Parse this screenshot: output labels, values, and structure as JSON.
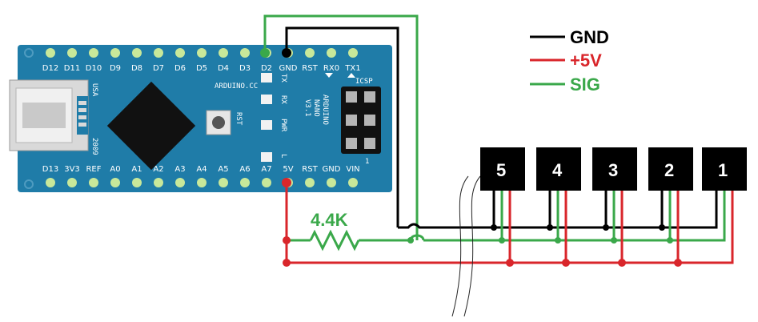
{
  "board": {
    "top_pins": [
      "D12",
      "D11",
      "D10",
      "D9",
      "D8",
      "D7",
      "D6",
      "D5",
      "D4",
      "D3",
      "D2",
      "GND",
      "RST",
      "RX0",
      "TX1"
    ],
    "bottom_pins": [
      "D13",
      "3V3",
      "REF",
      "A0",
      "A1",
      "A2",
      "A3",
      "A4",
      "A5",
      "A6",
      "A7",
      "5V",
      "RST",
      "GND",
      "VIN"
    ],
    "usa": "USA",
    "year": "2009",
    "site": "ARDUINO.CC",
    "rst": "RST",
    "model": [
      "ARDUINO",
      "NANO",
      "V3.1"
    ],
    "leds": [
      "TX",
      "RX",
      "PWR",
      "L"
    ],
    "icsp": "ICSP",
    "icsp_one": "1"
  },
  "legend": [
    {
      "label": "GND",
      "color": "#000000"
    },
    {
      "label": "+5V",
      "color": "#d9262b"
    },
    {
      "label": "SIG",
      "color": "#3aa84a"
    }
  ],
  "resistor": {
    "label": "4.4K"
  },
  "sensors": [
    "5",
    "4",
    "3",
    "2",
    "1"
  ],
  "colors": {
    "board": "#1f7ca8",
    "board_edge": "#166a92",
    "pad": "#c8e89a",
    "gnd_wire": "#000000",
    "vcc_wire": "#d9262b",
    "sig_wire": "#3aa84a"
  }
}
